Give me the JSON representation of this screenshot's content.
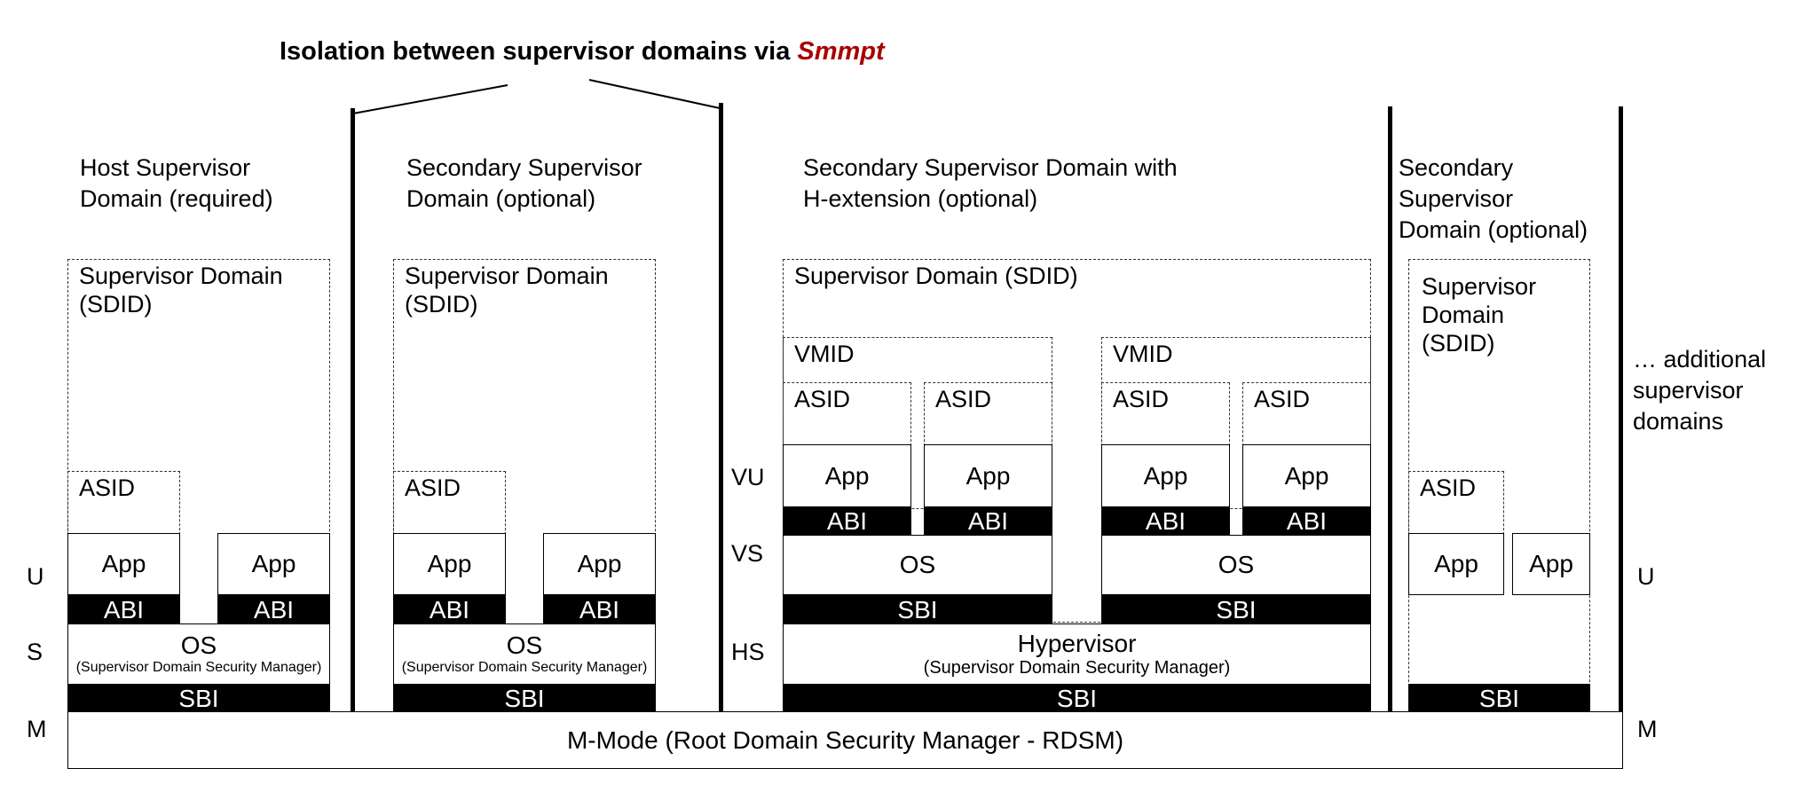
{
  "title": {
    "main": "Isolation between supervisor domains via ",
    "accent": "Smmpt",
    "accent_color": "#a80000"
  },
  "privilege_levels": {
    "left": [
      "U",
      "S",
      "M"
    ],
    "middle": [
      "VU",
      "VS",
      "HS"
    ],
    "right": [
      "U",
      "M"
    ]
  },
  "columns": [
    {
      "title": "Host Supervisor\nDomain (required)",
      "sd": "Supervisor Domain\n(SDID)",
      "asid": "ASID",
      "apps": [
        "App",
        "App"
      ],
      "abi": [
        "ABI",
        "ABI"
      ],
      "os": {
        "name": "OS",
        "sub": "(Supervisor Domain Security Manager)"
      },
      "sbi": "SBI"
    },
    {
      "title": "Secondary Supervisor\nDomain (optional)",
      "sd": "Supervisor Domain\n(SDID)",
      "asid": "ASID",
      "apps": [
        "App",
        "App"
      ],
      "abi": [
        "ABI",
        "ABI"
      ],
      "os": {
        "name": "OS",
        "sub": "(Supervisor Domain Security Manager)"
      },
      "sbi": "SBI"
    },
    {
      "title": "Secondary Supervisor Domain with\nH-extension (optional)",
      "sd": "Supervisor Domain (SDID)",
      "vms": [
        {
          "vmid": "VMID",
          "asids": [
            "ASID",
            "ASID"
          ],
          "apps": [
            "App",
            "App"
          ],
          "abi": [
            "ABI",
            "ABI"
          ],
          "os": "OS",
          "sbi": "SBI"
        },
        {
          "vmid": "VMID",
          "asids": [
            "ASID",
            "ASID"
          ],
          "apps": [
            "App",
            "App"
          ],
          "abi": [
            "ABI",
            "ABI"
          ],
          "os": "OS",
          "sbi": "SBI"
        }
      ],
      "hypervisor": {
        "name": "Hypervisor",
        "sub": "(Supervisor Domain Security Manager)"
      },
      "sbi": "SBI"
    },
    {
      "title": "Secondary\nSupervisor\nDomain (optional)",
      "sd": "Supervisor\nDomain\n(SDID)",
      "asid": "ASID",
      "apps": [
        "App",
        "App"
      ],
      "sbi": "SBI"
    }
  ],
  "additional": "… additional\nsupervisor\ndomains",
  "mmode": "M-Mode (Root Domain Security Manager - RDSM)"
}
